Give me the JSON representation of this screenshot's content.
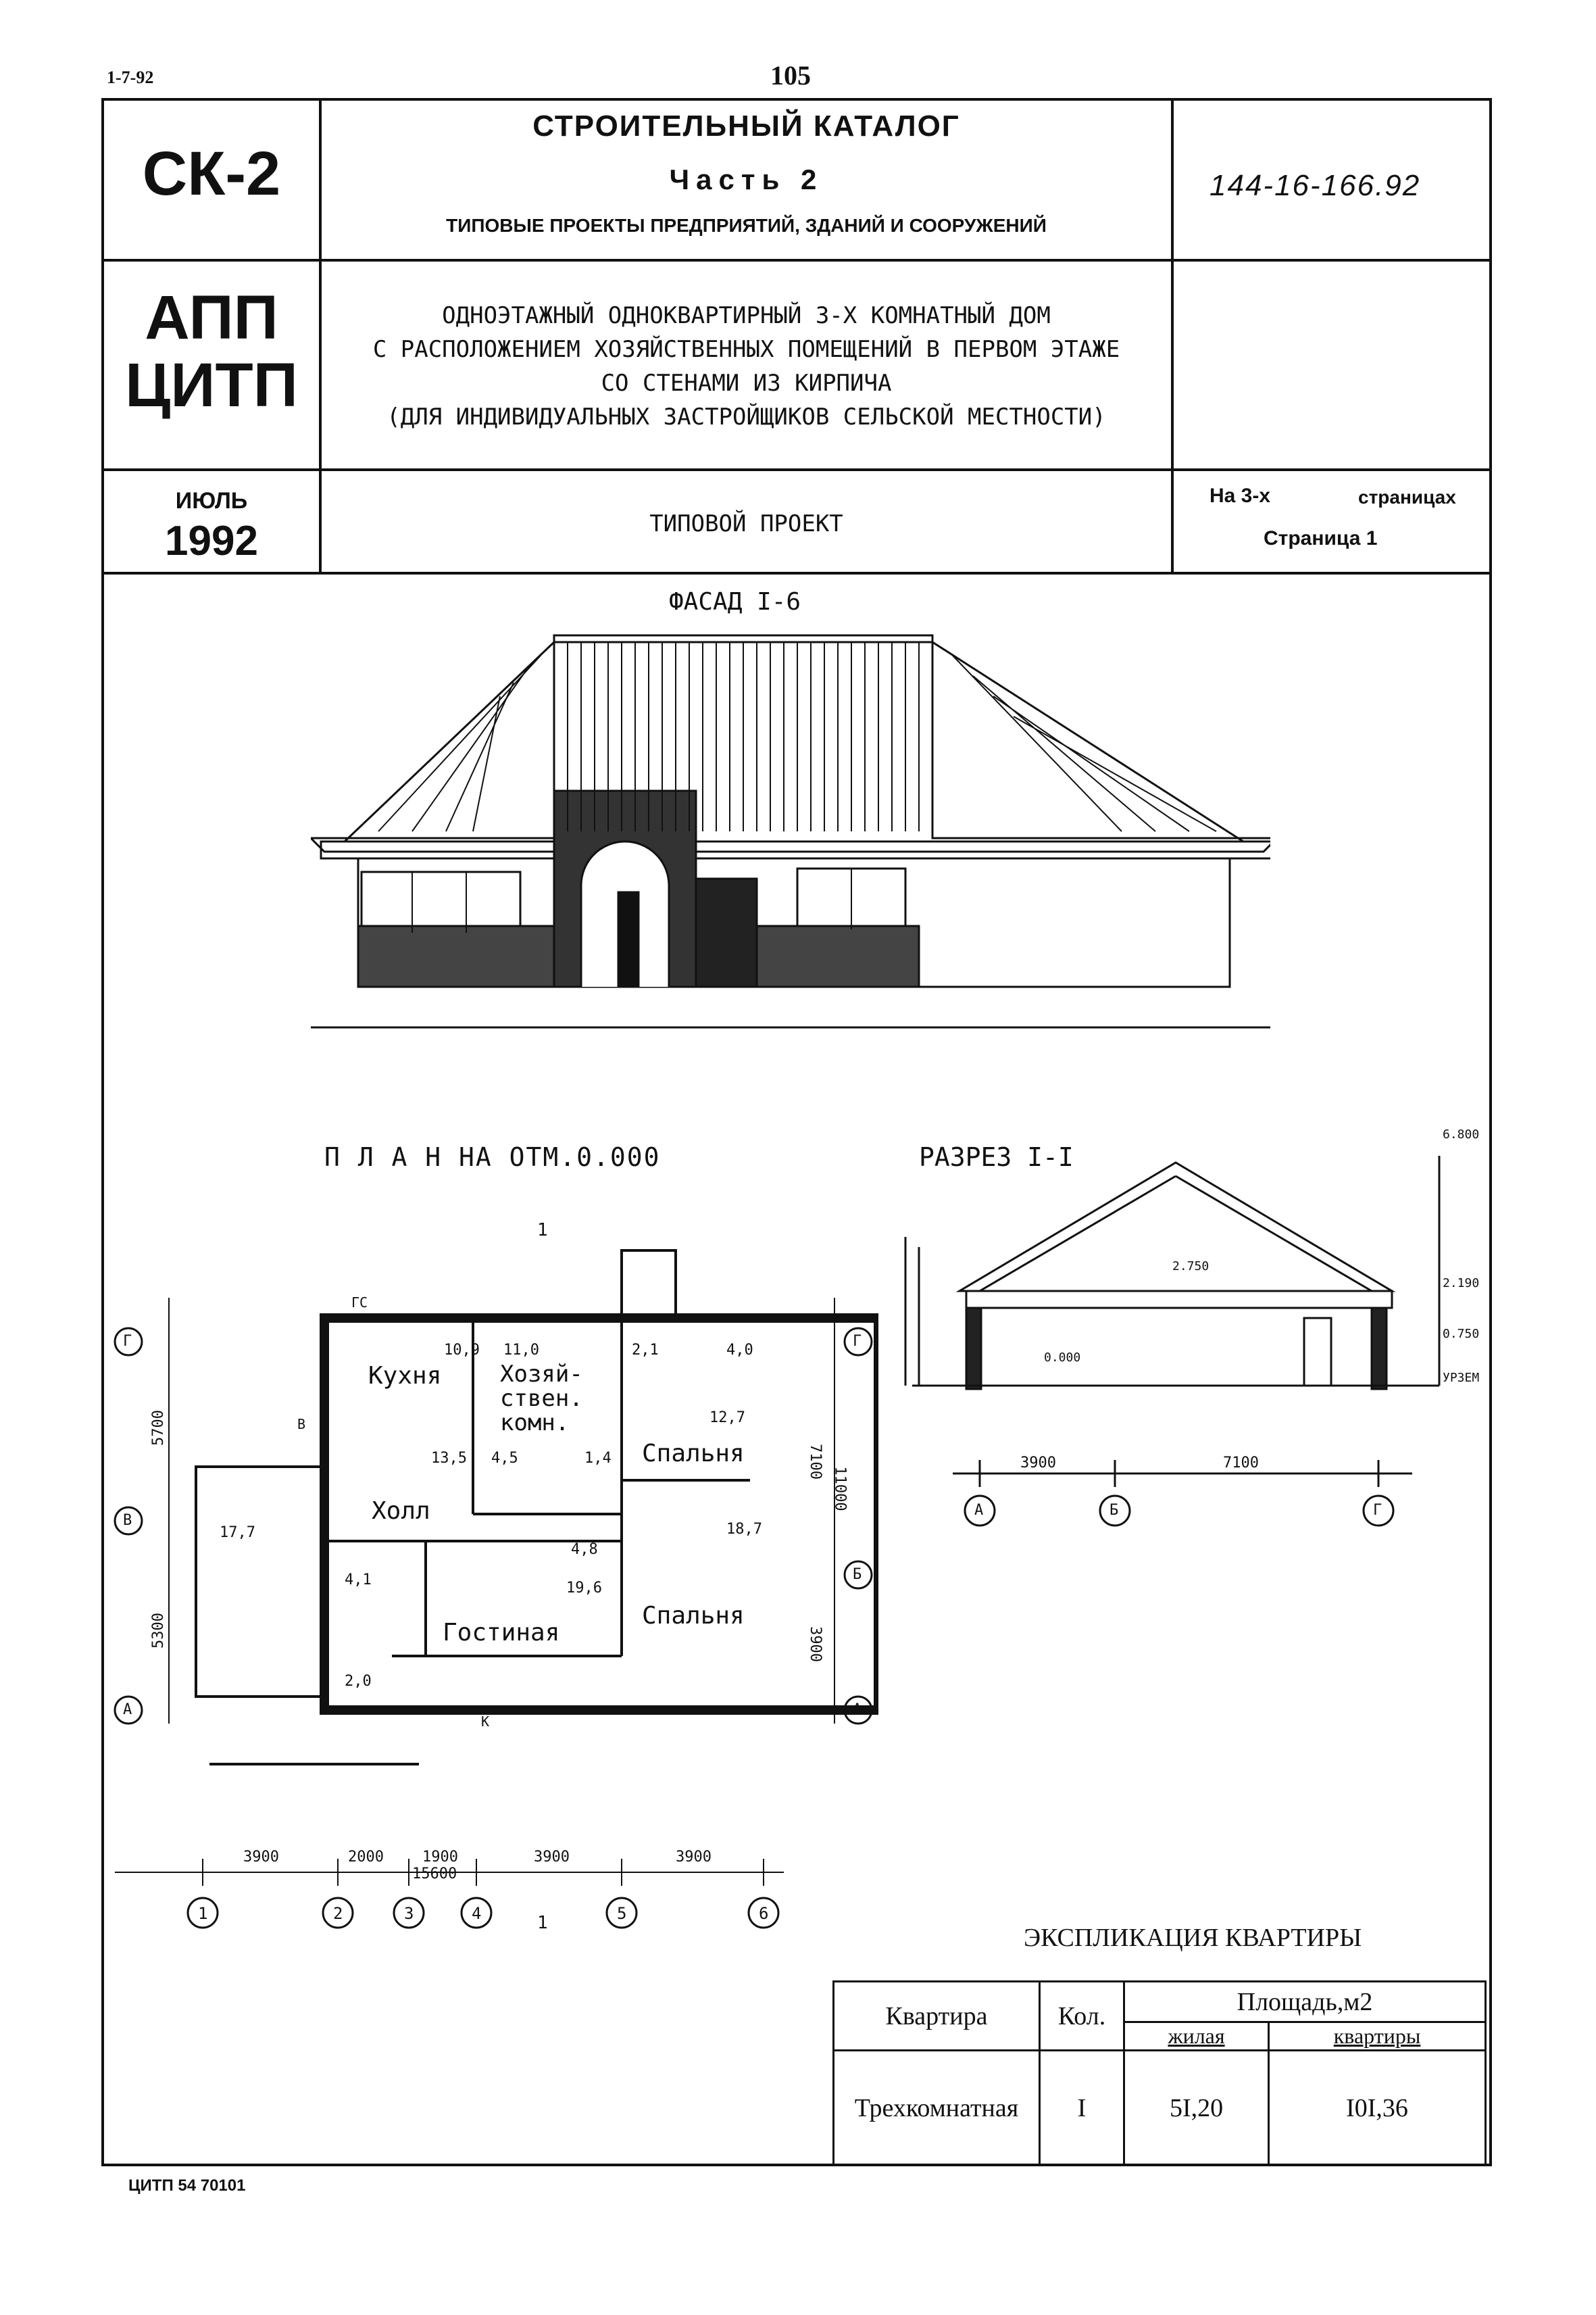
{
  "top_left_code": "1-7-92",
  "page_number": "105",
  "header": {
    "code": "СК-2",
    "org_line1": "АПП",
    "org_line2": "ЦИТП",
    "month": "ИЮЛЬ",
    "year": "1992",
    "catalog_title": "СТРОИТЕЛЬНЫЙ КАТАЛОГ",
    "part": "Часть 2",
    "section": "ТИПОВЫЕ ПРОЕКТЫ ПРЕДПРИЯТИЙ, ЗДАНИЙ И СООРУЖЕНИЙ",
    "project_number": "144-16-166.92",
    "description": [
      "ОДНОЭТАЖНЫЙ ОДНОКВАРТИРНЫЙ 3-Х КОМНАТНЫЙ ДОМ",
      "С РАСПОЛОЖЕНИЕМ ХОЗЯЙСТВЕННЫХ ПОМЕЩЕНИЙ В ПЕРВОМ ЭТАЖЕ",
      "СО СТЕНАМИ ИЗ КИРПИЧА",
      "(ДЛЯ ИНДИВИДУАЛЬНЫХ ЗАСТРОЙЩИКОВ СЕЛЬСКОЙ МЕСТНОСТИ)"
    ],
    "doc_type": "ТИПОВОЙ ПРОЕКТ",
    "pages_prefix": "На 3-х",
    "pages_suffix": "страницах",
    "page_label": "Страница 1"
  },
  "facade": {
    "title": "ФАСАД  I-6"
  },
  "plan": {
    "title": "П Л А Н   НА ОТМ.0.000",
    "rooms": {
      "kitchen": "Кухня",
      "utility": [
        "Хозяй-",
        "ствен.",
        "комн."
      ],
      "bedroom": "Спальня",
      "hall": "Холл",
      "living": "Гостиная"
    },
    "areas": [
      "10,9",
      "11,0",
      "2,1",
      "4,0",
      "12,7",
      "13,5",
      "4,5",
      "1,4",
      "17,7",
      "4,8",
      "18,7",
      "4,1",
      "19,6",
      "2,0"
    ],
    "axis_letters": [
      "Г",
      "В",
      "Б",
      "А"
    ],
    "axis_numbers": [
      "1",
      "2",
      "3",
      "4",
      "5",
      "6"
    ],
    "bottom_dims": [
      "3900",
      "2000",
      "1900",
      "3900",
      "3900"
    ],
    "total_dim": "15600",
    "left_dims": [
      "5700",
      "5300"
    ],
    "right_dims": [
      "7100",
      "11000",
      "3900"
    ],
    "marks": [
      "ГС",
      "В",
      "К"
    ],
    "section_mark": "1"
  },
  "section": {
    "title": "РАЗРЕЗ  I-I",
    "levels": [
      "6.800",
      "2.190",
      "0.750",
      "УРЗЕМ",
      "2.750",
      "0.000"
    ],
    "dims": [
      "3900",
      "7100"
    ],
    "axes": [
      "А",
      "Б",
      "Г"
    ]
  },
  "explication": {
    "title": "ЭКСПЛИКАЦИЯ КВАРТИРЫ",
    "headers": {
      "apartment": "Квартира",
      "count": "Кол.",
      "area": "Площадь,м2",
      "living": "жилая",
      "total": "квартиры"
    },
    "row": {
      "apartment": "Трехкомнатная",
      "count": "I",
      "living": "5I,20",
      "total": "I0I,36"
    }
  },
  "footer": "ЦИТП 54 70101"
}
